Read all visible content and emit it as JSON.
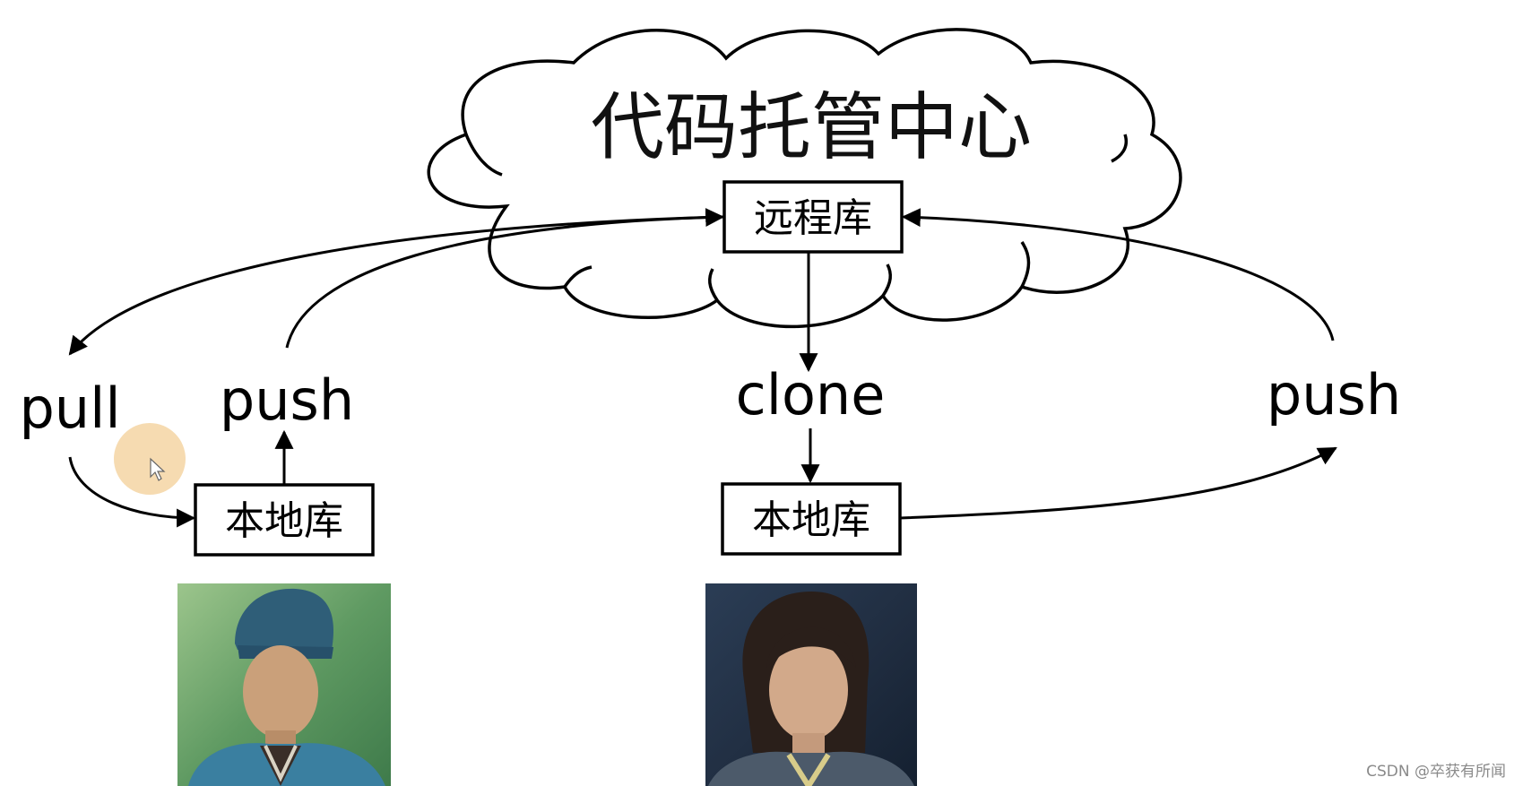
{
  "cloud": {
    "title": "代码托管中心"
  },
  "remote_repo": {
    "label": "远程库"
  },
  "left_side": {
    "pull_label": "pull",
    "push_label": "push",
    "local_repo_label": "本地库",
    "portrait": "person-portrait-hat"
  },
  "right_side": {
    "clone_label": "clone",
    "push_label": "push",
    "local_repo_label": "本地库",
    "portrait": "person-portrait-long-hair"
  },
  "watermark": "CSDN @卒获有所闻",
  "colors": {
    "line": "#000000",
    "cursor_highlight": "#f5d7a8"
  }
}
